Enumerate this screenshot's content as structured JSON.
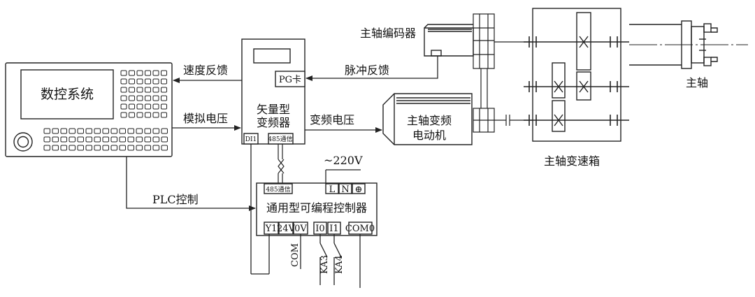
{
  "labels": {
    "cnc_system": "数控系统",
    "speed_feedback": "速度反馈",
    "analog_voltage": "模拟电压",
    "plc_control": "PLC控制",
    "vector_inverter_line1": "矢量型",
    "vector_inverter_line2": "变频器",
    "pg_card": "PG卡",
    "di1": "DI1",
    "rs485_comm": "485通信",
    "pulse_feedback": "脉冲反馈",
    "vf_voltage": "变频电压",
    "spindle_encoder": "主轴编码器",
    "spindle_motor_line1": "主轴变频",
    "spindle_motor_line2": "电动机",
    "gearbox": "主轴变速箱",
    "spindle": "主轴",
    "ac_220v": "~220V",
    "plc_title": "通用型可编程控制器",
    "plc_rs485": "485通信",
    "term_L": "L",
    "term_N": "N",
    "term_gnd": "⊕",
    "term_Y1": "Y1",
    "term_24V": "24V",
    "term_0V": "0V",
    "term_I0": "I0",
    "term_I1": "I1",
    "term_COM0": "COM0",
    "com": "COM",
    "ka3": "KA3",
    "ka4": "KA4"
  },
  "colors": {
    "stroke": "#222222",
    "screen_fill": "#d9d9d9",
    "background": "#ffffff"
  }
}
